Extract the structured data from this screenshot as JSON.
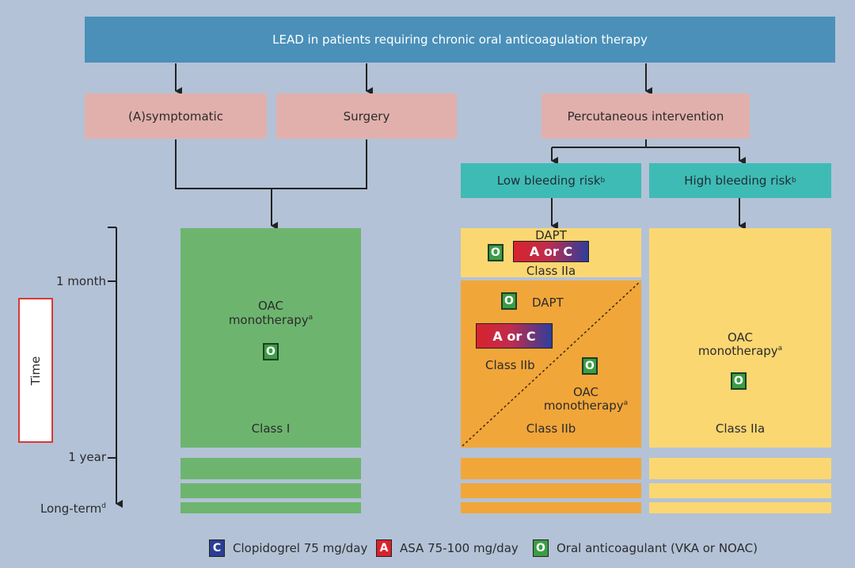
{
  "header": {
    "title": "LEAD in patients requiring chronic oral anticoagulation therapy"
  },
  "categories": {
    "asymptomatic": "(A)symptomatic",
    "surgery": "Surgery",
    "percutaneous": "Percutaneous intervention"
  },
  "bleeding": {
    "low": "Low bleeding risk",
    "high": "High bleeding risk",
    "marker": "b"
  },
  "timeline": {
    "label": "Time",
    "one_month": "1 month",
    "one_year": "1 year",
    "long_term": "Long-term",
    "long_term_marker": "d"
  },
  "green_block": {
    "therapy_line1": "OAC",
    "therapy_line2": "monotherapy",
    "marker": "a",
    "badge": "O",
    "class": "Class I"
  },
  "low_risk_block": {
    "top_title": "DAPT",
    "top_badge": "O",
    "top_combo": "A or C",
    "top_class": "Class IIa",
    "lower_badge": "O",
    "lower_title": "DAPT",
    "lower_combo": "A or C",
    "lower_class_left": "Class IIb",
    "lower_badge2": "O",
    "lower_therapy_line1": "OAC",
    "lower_therapy_line2": "monotherapy",
    "lower_marker": "a",
    "lower_class_right": "Class IIb"
  },
  "high_risk_block": {
    "therapy_line1": "OAC",
    "therapy_line2": "monotherapy",
    "marker": "a",
    "badge": "O",
    "class": "Class IIa"
  },
  "legend": {
    "clopidogrel_badge": "C",
    "clopidogrel": "Clopidogrel 75 mg/day",
    "asa_badge": "A",
    "asa": "ASA 75-100 mg/day",
    "oac_badge": "O",
    "oac": "Oral anticoagulant (VKA or NOAC)"
  },
  "colors": {
    "background": "#b3c2d7",
    "header": "#4a90b9",
    "category": "#e2b0ac",
    "bleeding": "#3fbbb5",
    "green": "#6db56f",
    "yellow": "#fbd772",
    "orange": "#f1a63a",
    "clopidogrel": "#2a3f94",
    "asa": "#d8232d",
    "oac": "#3c9d45"
  }
}
